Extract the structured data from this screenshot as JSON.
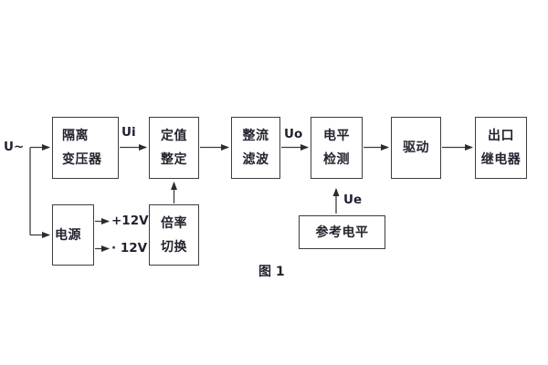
{
  "figure": {
    "caption": "图 1"
  },
  "signals": {
    "input": "U~",
    "ui": "Ui",
    "uo": "Uo",
    "ue": "Ue",
    "plus12v": "+12V",
    "minus12v": "· 12V"
  },
  "blocks": {
    "isolation_transformer": {
      "line1": "隔离",
      "line2": "变压器"
    },
    "setting_adjust": {
      "line1": "定值",
      "line2": "整定"
    },
    "rectifier_filter": {
      "line1": "整流",
      "line2": "滤波"
    },
    "level_detect": {
      "line1": "电平",
      "line2": "检测"
    },
    "driver": {
      "label": "驱动"
    },
    "output_relay": {
      "line1": "出口",
      "line2": "继电器"
    },
    "power_supply": {
      "label": "电源"
    },
    "ratio_switch": {
      "line1": "倍率",
      "line2": "切换"
    },
    "reference_level": {
      "label": "参考电平"
    }
  },
  "colors": {
    "background": "#ffffff",
    "line": "#3d3d3d",
    "text": "#23242e"
  }
}
